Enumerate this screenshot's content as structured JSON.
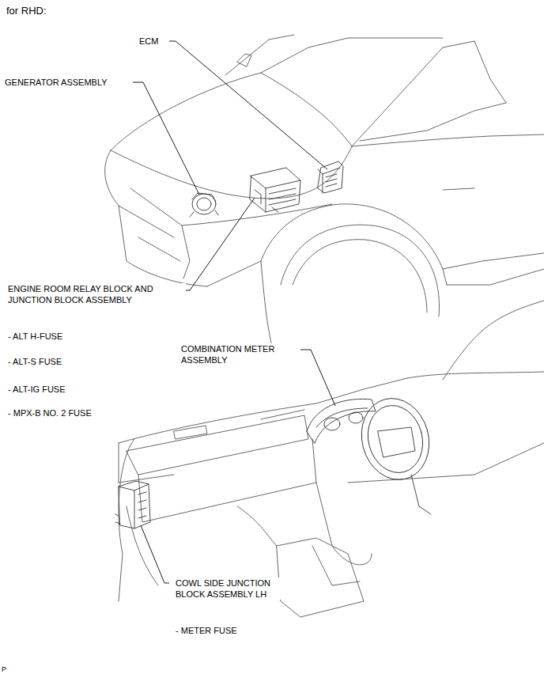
{
  "diagram": {
    "title": "for RHD:",
    "labels": [
      "ECM",
      "GENERATOR ASSEMBLY",
      "ENGINE ROOM RELAY BLOCK AND JUNCTION BLOCK ASSEMBLY",
      "- ALT H-FUSE",
      "- ALT-S FUSE",
      "- ALT-IG FUSE",
      "- MPX-B NO. 2 FUSE",
      "COMBINATION METER ASSEMBLY",
      "COWL SIDE JUNCTION BLOCK ASSEMBLY LH",
      "- METER FUSE",
      "P"
    ]
  }
}
